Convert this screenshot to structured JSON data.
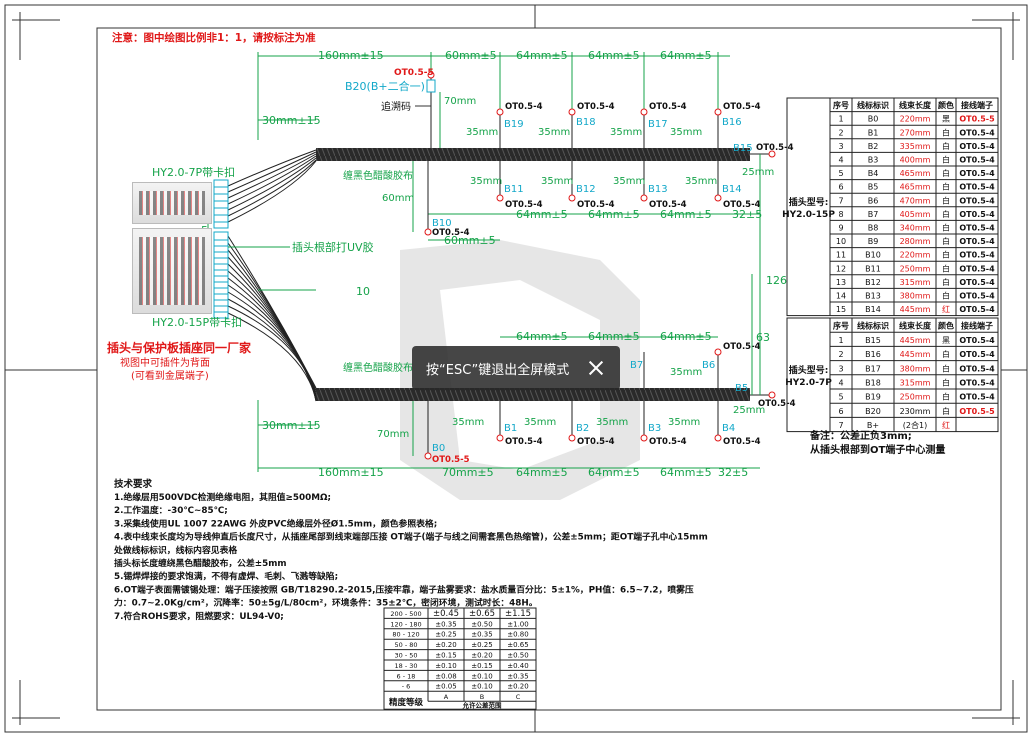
{
  "note_top": "注意：图中绘图比例非1：1，请按标注为准",
  "upper": {
    "dims_top": [
      "160mm±15",
      "60mm±5",
      "64mm±5",
      "64mm±5",
      "64mm±5"
    ],
    "b20_label": "B20(B+二合一)",
    "ot55": "OT0.5-5",
    "ot54": "OT0.5-4",
    "fuse_label": "追溯码",
    "dim_70": "70mm",
    "dim_30": "30mm±15",
    "dim_35": "35mm",
    "dim_25": "25mm",
    "dim_60": "60mm",
    "dim_60b": "60mm±5",
    "dims_bottom": [
      "64mm±5",
      "64mm±5",
      "64mm±5",
      "32±5"
    ],
    "top_tags": [
      "B19",
      "B18",
      "B17",
      "B16",
      "B15"
    ],
    "bottom_tags": [
      "B11",
      "B12",
      "B13",
      "B14"
    ],
    "b10": "B10",
    "tube_label": "缠黑色醋酸胶布"
  },
  "lower": {
    "dims_top": [
      "64mm±5",
      "64mm±5",
      "64mm±5"
    ],
    "top_tags": [
      "B7",
      "B6",
      "B5"
    ],
    "bottom_tags": [
      "B1",
      "B2",
      "B3",
      "B4"
    ],
    "b0": "B0",
    "dim_30": "30mm±15",
    "dim_70": "70mm",
    "dims_bottom": [
      "160mm±15",
      "70mm±5",
      "64mm±5",
      "64mm±5",
      "64mm±5",
      "32±5"
    ],
    "tube_label": "缠黑色醋酸胶布"
  },
  "left": {
    "conn7_label": "HY2.0-7P带卡扣",
    "conn15_label": "HY2.0-15P带卡扣",
    "uv_label": "插头根部打UV胶",
    "dim_5": "5",
    "dim_10": "10",
    "same_factory": "插头与保护板插座同一厂家",
    "view_note1": "视图中可插件为背面",
    "view_note2": "(可看到金属端子)"
  },
  "mid_dims": {
    "d126": "126",
    "d63": "63"
  },
  "table15": {
    "side_label1": "插头型号:",
    "side_label2": "HY2.0-15P",
    "headers": [
      "序号",
      "线标标识",
      "线束长度",
      "颜色",
      "接线端子"
    ],
    "rows": [
      [
        "1",
        "B0",
        "220mm",
        "黑",
        "OT0.5-5"
      ],
      [
        "2",
        "B1",
        "270mm",
        "白",
        "OT0.5-4"
      ],
      [
        "3",
        "B2",
        "335mm",
        "白",
        "OT0.5-4"
      ],
      [
        "4",
        "B3",
        "400mm",
        "白",
        "OT0.5-4"
      ],
      [
        "5",
        "B4",
        "465mm",
        "白",
        "OT0.5-4"
      ],
      [
        "6",
        "B5",
        "465mm",
        "白",
        "OT0.5-4"
      ],
      [
        "7",
        "B6",
        "470mm",
        "白",
        "OT0.5-4"
      ],
      [
        "8",
        "B7",
        "405mm",
        "白",
        "OT0.5-4"
      ],
      [
        "9",
        "B8",
        "340mm",
        "白",
        "OT0.5-4"
      ],
      [
        "10",
        "B9",
        "280mm",
        "白",
        "OT0.5-4"
      ],
      [
        "11",
        "B10",
        "220mm",
        "白",
        "OT0.5-4"
      ],
      [
        "12",
        "B11",
        "250mm",
        "白",
        "OT0.5-4"
      ],
      [
        "13",
        "B12",
        "315mm",
        "白",
        "OT0.5-4"
      ],
      [
        "14",
        "B13",
        "380mm",
        "白",
        "OT0.5-4"
      ],
      [
        "15",
        "B14",
        "445mm",
        "红",
        "OT0.5-4"
      ]
    ]
  },
  "table7": {
    "side_label1": "插头型号:",
    "side_label2": "HY2.0-7P",
    "headers": [
      "序号",
      "线标标识",
      "线束长度",
      "颜色",
      "接线端子"
    ],
    "rows": [
      [
        "1",
        "B15",
        "445mm",
        "黑",
        "OT0.5-4"
      ],
      [
        "2",
        "B16",
        "445mm",
        "白",
        "OT0.5-4"
      ],
      [
        "3",
        "B17",
        "380mm",
        "白",
        "OT0.5-4"
      ],
      [
        "4",
        "B18",
        "315mm",
        "白",
        "OT0.5-4"
      ],
      [
        "5",
        "B19",
        "250mm",
        "白",
        "OT0.5-4"
      ],
      [
        "6",
        "B20",
        "230mm",
        "白",
        "OT0.5-5"
      ],
      [
        "7",
        "B+",
        "(2合1)",
        "红",
        ""
      ]
    ]
  },
  "remarks": {
    "line1": "备注：公差正负3mm;",
    "line2": "从插头根部到OT端子中心测量"
  },
  "tech": {
    "title": "技术要求",
    "lines": [
      "1.绝缘层用500VDC检测绝缘电阻，其阻值≥500MΩ;",
      "2.工作温度：-30℃~85℃;",
      "3.采集线使用UL 1007 22AWG  外皮PVC绝缘层外径Ø1.5mm，颜色参照表格;",
      "4.表中线束长度均为导线伸直后长度尺寸，从插座尾部到线束端部压接 OT端子(端子与线之间需套黑色热缩管)，公差±5mm；距OT端子孔中心15mm",
      "处做线标标识，线标内容见表格",
      "  插头标长度缠绕黑色醋酸胶布，公差±5mm",
      "5.锡焊焊接的要求饱满，不得有虚焊、毛刺、飞溅等缺陷;",
      "6.OT端子表面需镀锡处理：端子压接按照 GB/T18290.2-2015,压接牢靠，端子盐雾要求：盐水质量百分比：5±1%，PH值：6.5~7.2，喷雾压",
      "力：0.7~2.0Kg/cm²，沉降率：50±5g/L/80cm²，环境条件：35±2℃，密闭环境，测试时长：48H。",
      "7.符合ROHS要求，阻燃要求：UL94-V0;"
    ]
  },
  "tolerance": {
    "header": [
      "200 - 500",
      "±0.45",
      "±0.65",
      "±1.15"
    ],
    "rows": [
      [
        "120 - 180",
        "±0.35",
        "±0.50",
        "±1.00"
      ],
      [
        "80 - 120",
        "±0.25",
        "±0.35",
        "±0.80"
      ],
      [
        "50 - 80",
        "±0.20",
        "±0.25",
        "±0.65"
      ],
      [
        "30 - 50",
        "±0.15",
        "±0.20",
        "±0.50"
      ],
      [
        "18 - 30",
        "±0.10",
        "±0.15",
        "±0.40"
      ],
      [
        "6 - 18",
        "±0.08",
        "±0.10",
        "±0.35"
      ],
      [
        "- 6",
        "±0.05",
        "±0.10",
        "±0.20"
      ]
    ],
    "grade_label": "精度等级",
    "grades": [
      "A",
      "B",
      "C"
    ],
    "footer": "允许公差范围"
  },
  "toast": {
    "message": "按“ESC”键退出全屏模式"
  },
  "colors": {
    "red": "#e01818",
    "green": "#16a34a",
    "cyan": "#13a8c9",
    "wire": "#222222"
  }
}
